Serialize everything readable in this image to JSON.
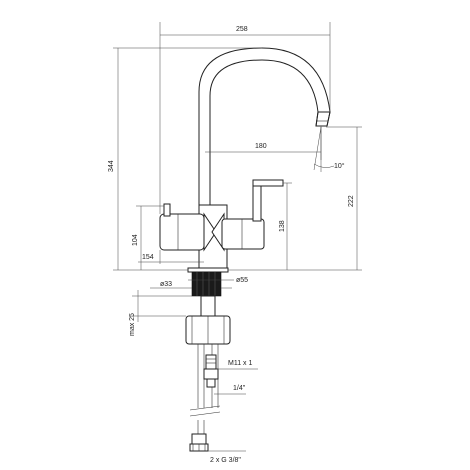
{
  "dimensions": {
    "width_total": "258",
    "height_total": "344",
    "reach": "180",
    "spout_height": "222",
    "spout_angle": "10°",
    "lever_height": "138",
    "body_height": "104",
    "body_width": "154",
    "base_diameter": "ø55",
    "hole_diameter": "ø33",
    "max_thickness": "max 25",
    "thread_rod": "M11 x 1",
    "hose_connector": "1/4\"",
    "hose_thread": "2 x G 3/8\""
  }
}
